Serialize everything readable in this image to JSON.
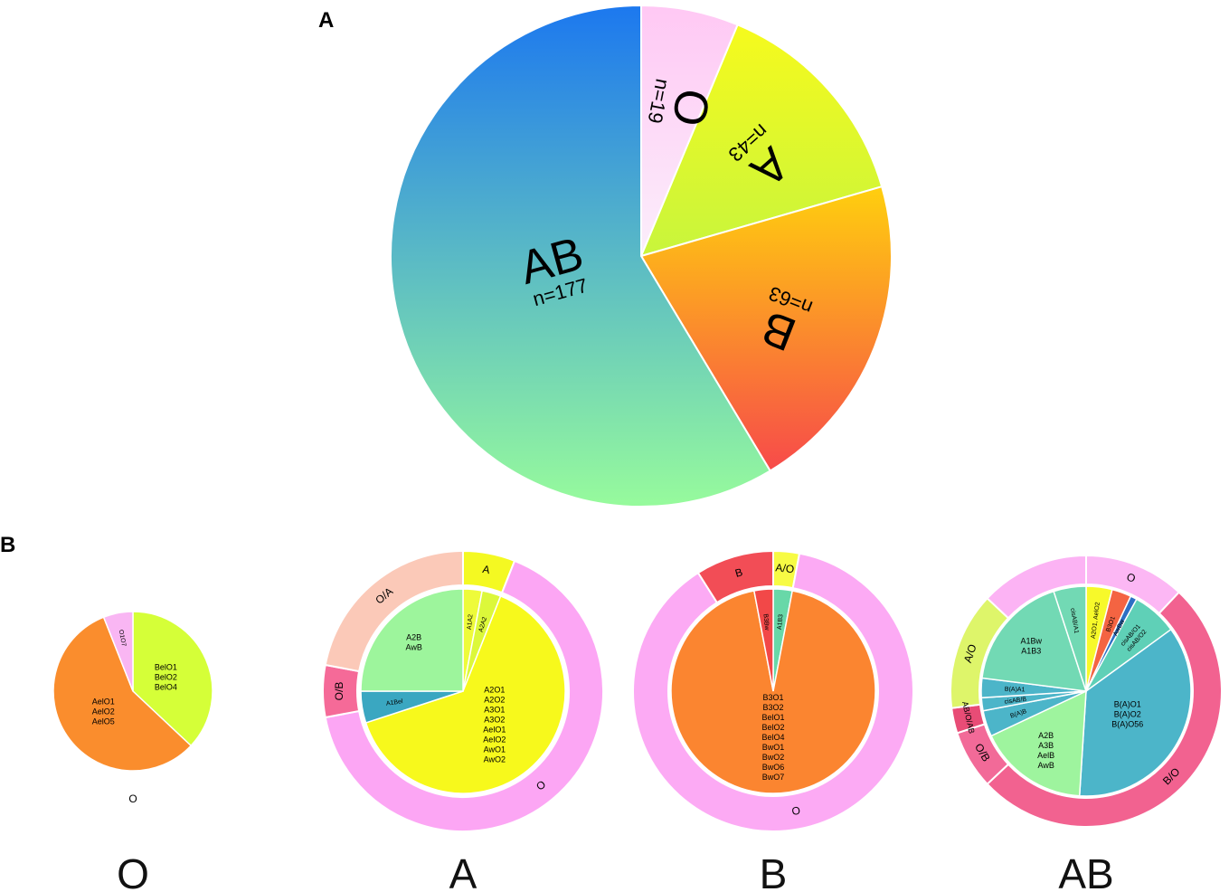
{
  "panels": {
    "a": "A",
    "b": "B"
  },
  "chart_data": [
    {
      "type": "pie",
      "id": "overview",
      "slices": [
        {
          "label": "O",
          "n_text": "n=19",
          "value": 19,
          "colors": [
            "#ffc8f4",
            "#fbeefb"
          ]
        },
        {
          "label": "A",
          "n_text": "n=43",
          "value": 43,
          "colors": [
            "#f6fa1d",
            "#c8f53c"
          ]
        },
        {
          "label": "B",
          "n_text": "n=63",
          "value": 63,
          "colors": [
            "#ffcf0e",
            "#f74a4a"
          ]
        },
        {
          "label": "AB",
          "n_text": "n=177",
          "value": 177,
          "colors": [
            "#1c78ef",
            "#97fb9c"
          ]
        }
      ]
    },
    {
      "type": "donut",
      "id": "O",
      "title": "O",
      "outer": [
        {
          "label": "O",
          "value": 100,
          "color": "#fea8f5"
        }
      ],
      "inner": [
        {
          "lines": [
            "BelO1",
            "BelO2",
            "BelO4"
          ],
          "value": 37,
          "color": "#d5ff38"
        },
        {
          "lines": [
            "AelO1",
            "AelO2",
            "AelO5"
          ],
          "value": 57,
          "color": "#fa8d2d"
        },
        {
          "lines": [
            "O1O7"
          ],
          "value": 6,
          "color": "#f9b6f3"
        }
      ]
    },
    {
      "type": "donut",
      "id": "A",
      "title": "A",
      "outer": [
        {
          "label": "A",
          "value": 6,
          "color": "#f4f922"
        },
        {
          "label": "O",
          "value": 66,
          "color": "#fca6f4"
        },
        {
          "label": "O/B",
          "value": 6,
          "color": "#f56a98"
        },
        {
          "label": "O/A",
          "value": 22,
          "color": "#fbc9b8"
        }
      ],
      "inner": [
        {
          "lines": [
            "A1A2"
          ],
          "value": 3,
          "color": "#eefb3a"
        },
        {
          "lines": [
            "A2A2"
          ],
          "value": 3,
          "color": "#dcf83a"
        },
        {
          "lines": [
            "A2O1",
            "A2O2",
            "A3O1",
            "A3O2",
            "AelO1",
            "AelO2",
            "AwO1",
            "AwO2"
          ],
          "value": 64,
          "color": "#f7f91c"
        },
        {
          "lines": [
            "A1Bel"
          ],
          "value": 5,
          "color": "#3aa7c1"
        },
        {
          "lines": [
            "A2B",
            "AwB"
          ],
          "value": 25,
          "color": "#9df59c"
        }
      ]
    },
    {
      "type": "donut",
      "id": "B",
      "title": "B",
      "outer": [
        {
          "label": "A/O",
          "value": 3,
          "color": "#f7fb44"
        },
        {
          "label": "O",
          "value": 88,
          "color": "#fcaaf4"
        },
        {
          "label": "B",
          "value": 9,
          "color": "#f24d56"
        }
      ],
      "inner": [
        {
          "lines": [
            "A1B3"
          ],
          "value": 3,
          "color": "#68d8a8"
        },
        {
          "lines": [
            "B3O1",
            "B3O2",
            "BelO1",
            "BelO2",
            "BelO4",
            "BwO1",
            "BwO2",
            "BwO6",
            "BwO7"
          ],
          "value": 94,
          "color": "#fb8530"
        },
        {
          "lines": [
            "B3Bw"
          ],
          "value": 3,
          "color": "#f24848"
        }
      ]
    },
    {
      "type": "donut",
      "id": "AB",
      "title": "AB",
      "outer": [
        {
          "label": "O",
          "value": 12,
          "color": "#fcb7f4"
        },
        {
          "label": "B/O",
          "value": 51,
          "color": "#f26290"
        },
        {
          "label": "O/B",
          "value": 7,
          "color": "#f26a98"
        },
        {
          "label": "AB/O/AB",
          "value": 3,
          "color": "#e84c76"
        },
        {
          "label": "A/O",
          "value": 14,
          "color": "#def56a"
        },
        {
          "label": "",
          "value": 13,
          "color": "#fcb3f4"
        }
      ],
      "inner": [
        {
          "lines": [
            "A2O1, AelO2"
          ],
          "value": 4,
          "color": "#f7f92a"
        },
        {
          "lines": [
            "B3O1"
          ],
          "value": 3,
          "color": "#f46442"
        },
        {
          "lines": [
            "AwBw"
          ],
          "value": 1,
          "color": "#2d6fc4"
        },
        {
          "lines": [
            "cisAB/O1",
            "cisAB/O2"
          ],
          "value": 7,
          "color": "#5fd0b7"
        },
        {
          "lines": [
            "B(A)O1",
            "B(A)O2",
            "B(A)O56"
          ],
          "value": 36,
          "color": "#4cb5c9"
        },
        {
          "lines": [
            "A2B",
            "A3B",
            "AelB",
            "AwB"
          ],
          "value": 17,
          "color": "#9ef49e"
        },
        {
          "lines": [
            "B(A)B"
          ],
          "value": 4,
          "color": "#4cb5c9"
        },
        {
          "lines": [
            "cisAB/B"
          ],
          "value": 2,
          "color": "#4cb5c9"
        },
        {
          "lines": [
            "B(A)A1"
          ],
          "value": 3,
          "color": "#4cb5c9"
        },
        {
          "lines": [
            "A1Bw",
            "A1B3"
          ],
          "value": 18,
          "color": "#72d9b4"
        },
        {
          "lines": [
            "cisAB/A1"
          ],
          "value": 5,
          "color": "#72d9b4"
        }
      ]
    }
  ]
}
